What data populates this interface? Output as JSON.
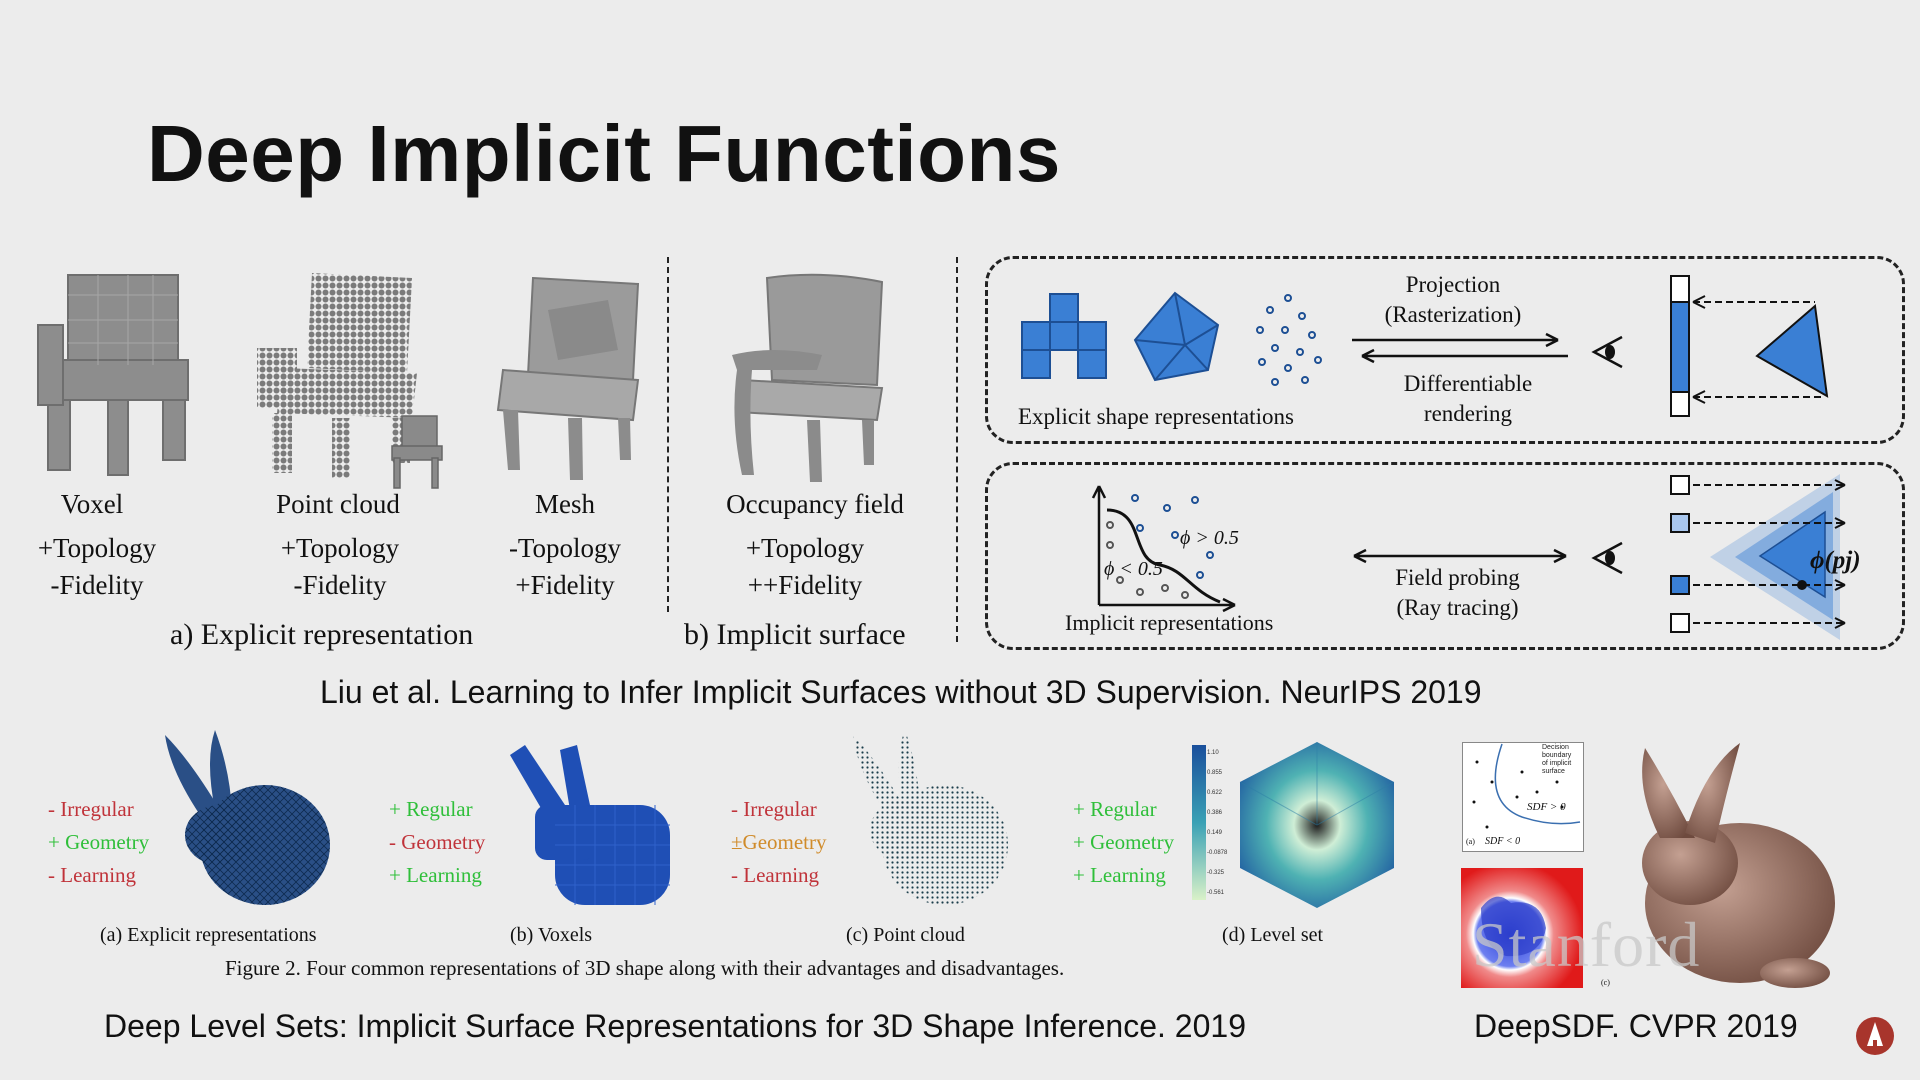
{
  "slide": {
    "title": "Deep Implicit Functions",
    "top_figure": {
      "shapes": [
        {
          "label": "Voxel",
          "pros": [
            "+Topology",
            "-Fidelity"
          ]
        },
        {
          "label": "Point cloud",
          "pros": [
            "+Topology",
            "-Fidelity"
          ]
        },
        {
          "label": "Mesh",
          "pros": [
            "-Topology",
            "+Fidelity"
          ]
        },
        {
          "label": "Occupancy field",
          "pros": [
            "+Topology",
            "++Fidelity"
          ]
        }
      ],
      "section_a": "a) Explicit representation",
      "section_b": "b) Implicit surface",
      "upper_box": {
        "caption": "Explicit shape representations",
        "arrow_top": [
          "Projection",
          "(Rasterization)"
        ],
        "arrow_bottom": [
          "Differentiable",
          "rendering"
        ]
      },
      "lower_box": {
        "phi_gt": "ϕ > 0.5",
        "phi_lt": "ϕ < 0.5",
        "caption": "Implicit representations",
        "arrow": [
          "Field probing",
          "(Ray tracing)"
        ],
        "phi_p": "ϕ(pj)"
      }
    },
    "citation_liu": "Liu et al. Learning to Infer Implicit Surfaces without 3D Supervision. NeurIPS 2019",
    "bottom_figure": {
      "panels": [
        {
          "attrs": [
            "- Irregular",
            "+ Geometry",
            "- Learning"
          ],
          "caption": "(a) Explicit representations"
        },
        {
          "attrs": [
            "+ Regular",
            "- Geometry",
            "+ Learning"
          ],
          "caption": "(b) Voxels"
        },
        {
          "attrs": [
            "- Irregular",
            "±Geometry",
            "- Learning"
          ],
          "caption": "(c) Point cloud"
        },
        {
          "attrs": [
            "+ Regular",
            "+ Geometry",
            "+ Learning"
          ],
          "caption": "(d) Level set"
        }
      ],
      "figure_caption": "Figure 2. Four common representations of 3D shape along with their advantages and disadvantages.",
      "colorbar_ticks": [
        "1.10",
        "0.855",
        "0.622",
        "0.386",
        "0.149",
        "-0.0878",
        "-0.325",
        "-0.561"
      ],
      "sdf_labels": {
        "boundary": [
          "Decision",
          "boundary",
          "of implicit",
          "surface"
        ],
        "pos": "SDF > 0",
        "neg": "SDF < 0",
        "a": "(a)",
        "c": "(c)"
      }
    },
    "citation_deeplevel": "Deep Level Sets: Implicit Surface Representations for 3D Shape Inference. 2019",
    "citation_deepsdf": "DeepSDF. CVPR 2019",
    "watermark": "Stanford",
    "colors": {
      "accent_blue": "#3a7fd4",
      "red_text": "#c0333a",
      "green_text": "#2fbf3a",
      "orange_text": "#d08b2a"
    }
  }
}
